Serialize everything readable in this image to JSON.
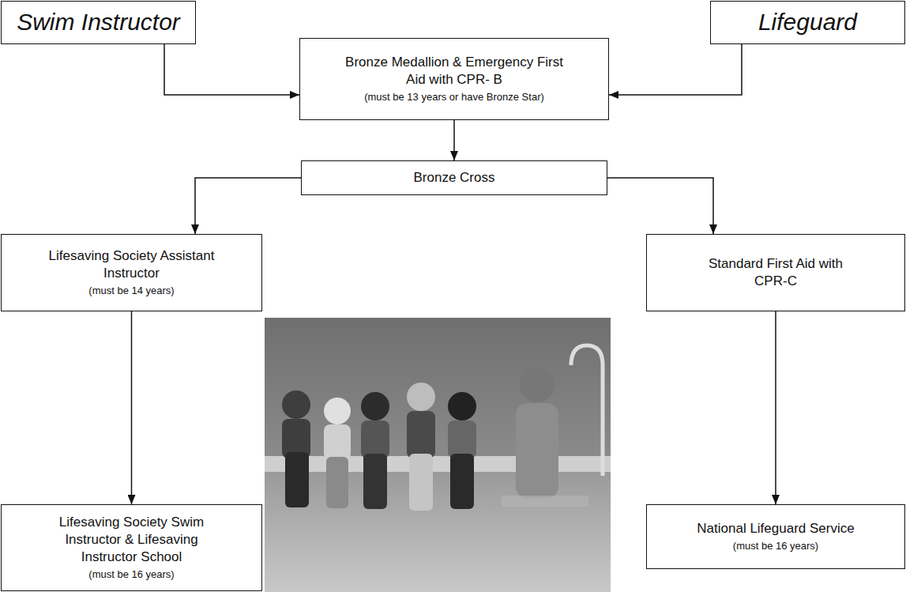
{
  "diagram": {
    "nodes": [
      {
        "text": [
          "Swim Instructor"
        ]
      },
      {
        "text": [
          "Lifeguard"
        ]
      },
      {
        "text": [
          "Bronze Medallion & Emergency First Aid with CPR- B",
          "(must be 13 years or have Bronze Star)"
        ]
      },
      {
        "text": [
          "Bronze Cross"
        ]
      },
      {
        "text": [
          "Lifesaving Society Assistant Instructor",
          "(must be 14 years)"
        ]
      },
      {
        "text": [
          "Standard First Aid with CPR-C"
        ]
      },
      {
        "text": [
          "Lifesaving Society Swim Instructor & Lifesaving Instructor School",
          "(must be 16 years)"
        ]
      },
      {
        "text": [
          "National Lifeguard Service",
          "(must be 16 years)"
        ]
      }
    ],
    "edges": [
      {
        "from": 0,
        "to": 2,
        "arrow": "to"
      },
      {
        "from": 1,
        "to": 2,
        "arrow": "to"
      },
      {
        "from": 2,
        "to": 3,
        "arrow": "to"
      },
      {
        "from": 3,
        "to": 4,
        "arrow": "to"
      },
      {
        "from": 3,
        "to": 5,
        "arrow": "to"
      },
      {
        "from": 4,
        "to": 6,
        "arrow": "to"
      },
      {
        "from": 5,
        "to": 7,
        "arrow": "to"
      }
    ]
  }
}
